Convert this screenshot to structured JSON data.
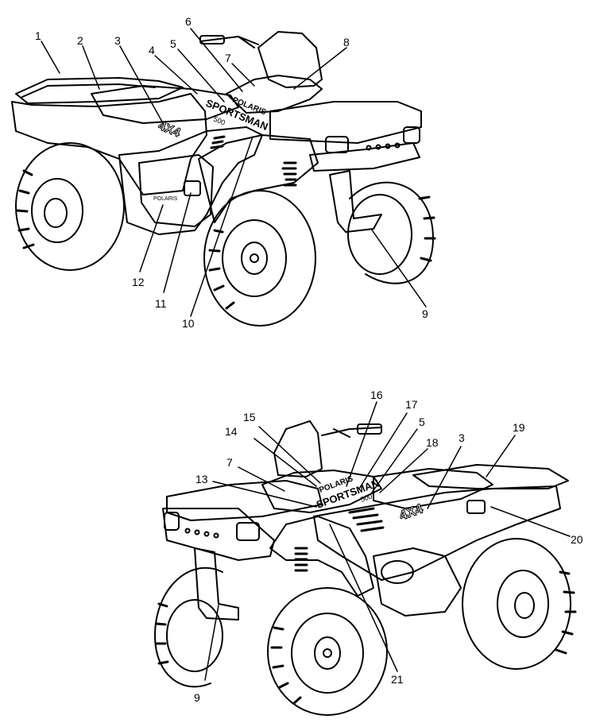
{
  "diagram": {
    "top_view": {
      "labels": [
        "1",
        "2",
        "3",
        "4",
        "5",
        "6",
        "7",
        "8",
        "9",
        "10",
        "11",
        "12"
      ],
      "decals": {
        "brand": "POLARIS",
        "model": "SPORTSMAN",
        "engine": "500",
        "drive": "4X4"
      }
    },
    "bottom_view": {
      "labels": [
        "3",
        "5",
        "7",
        "9",
        "13",
        "14",
        "15",
        "16",
        "17",
        "18",
        "19",
        "20",
        "21"
      ],
      "decals": {
        "brand": "POLARIS",
        "model": "SPORTSMAN",
        "engine": "500",
        "drive": "4X4"
      }
    }
  },
  "colors": {
    "ink": "#000000",
    "paper": "#ffffff"
  }
}
